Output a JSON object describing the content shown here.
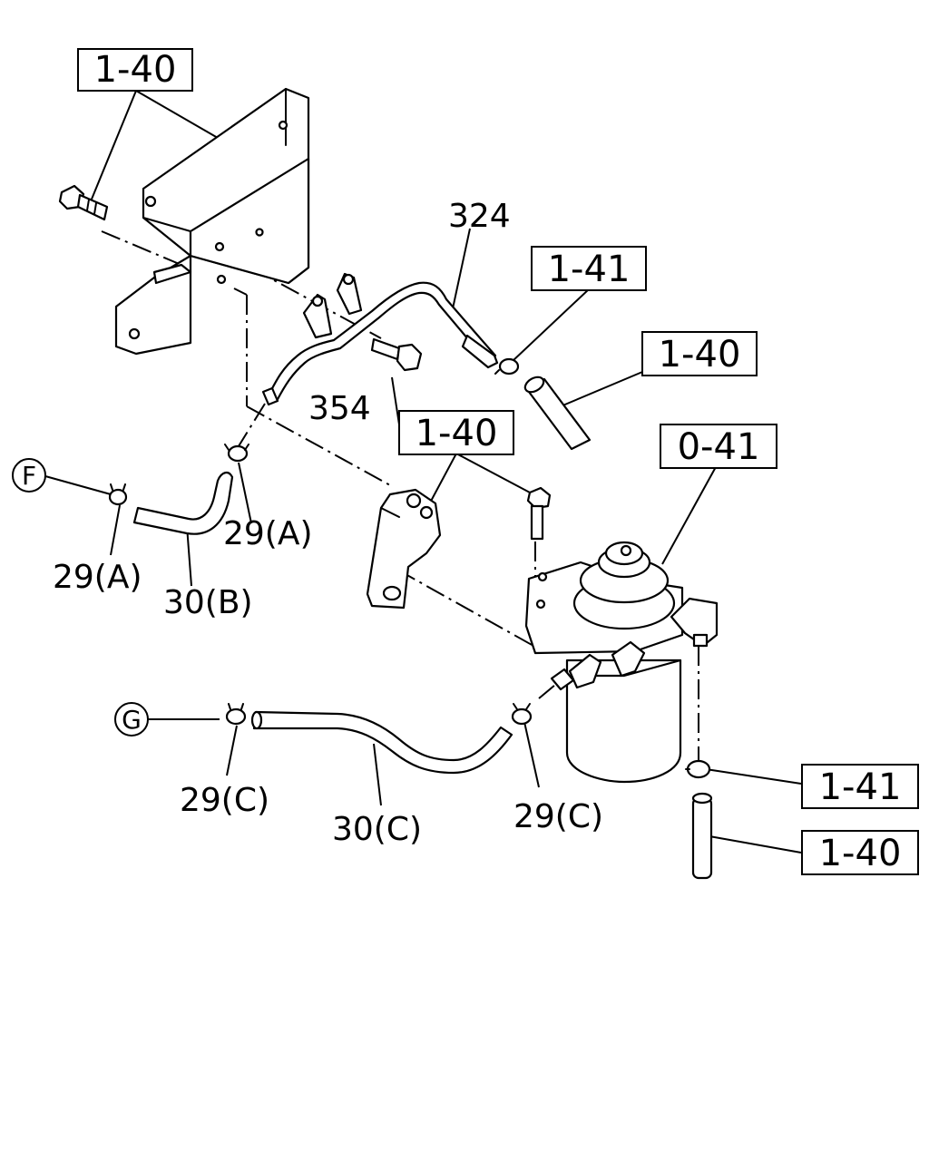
{
  "refs": {
    "top_left": "1-40",
    "upper_right_clip": "1-41",
    "upper_right_hose": "1-40",
    "bracket_bolt": "1-40",
    "filter_assembly": "0-41",
    "lower_right_clip": "1-41",
    "lower_right_hose": "1-40"
  },
  "parts": {
    "pipe": "324",
    "bolt": "354",
    "clip_a_upper": "29(A)",
    "clip_a_left": "29(A)",
    "hose_b": "30(B)",
    "clip_c_left": "29(C)",
    "hose_c": "30(C)",
    "clip_c_right": "29(C)"
  },
  "connectors": {
    "f": "F",
    "g": "G"
  }
}
